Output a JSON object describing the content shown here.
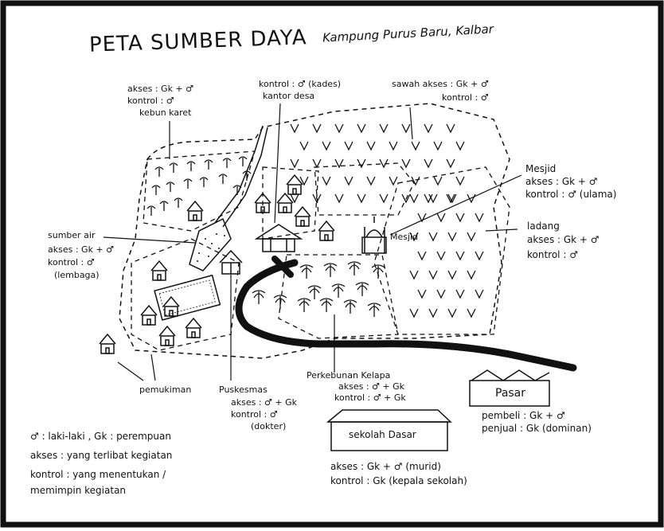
{
  "map": {
    "title": "PETA SUMBER DAYA",
    "subtitle": "Kampung Purus Baru, Kalbar"
  },
  "labels": {
    "kebun": [
      "akses : Gk + ♂",
      "kontrol : ♂",
      "kebun karet"
    ],
    "kantor": [
      "kontrol : ♂ (kades)",
      "kantor desa"
    ],
    "sawah": [
      "sawah   akses : Gk + ♂",
      "kontrol : ♂"
    ],
    "mesjid": [
      "Mesjid",
      "akses : Gk + ♂",
      "kontrol : ♂ (ulama)"
    ],
    "mesjid_inline": "Mesjid",
    "ladang": [
      "ladang",
      "akses : Gk + ♂",
      "kontrol : ♂"
    ],
    "sumber_air": [
      "sumber air",
      "akses : Gk + ♂",
      "kontrol : ♂",
      "(lembaga)"
    ],
    "pemukiman": "pemukiman",
    "puskesmas": [
      "Puskesmas",
      "akses : ♂ + Gk",
      "kontrol : ♂",
      "(dokter)"
    ],
    "perkebunan": [
      "Perkebunan Kelapa",
      "akses : ♂ + Gk",
      "kontrol : ♂ + Gk"
    ],
    "pasar": "Pasar",
    "pasar_info": [
      "pembeli : Gk + ♂",
      "penjual : Gk (dominan)"
    ],
    "sekolah": "sekolah Dasar",
    "sekolah_info": [
      "akses : Gk + ♂ (murid)",
      "kontrol : Gk (kepala sekolah)"
    ]
  },
  "legend": [
    "♂ : laki-laki ,  Gk : perempuan",
    "akses : yang terlibat kegiatan",
    "kontrol : yang menentukan /",
    "memimpin kegiatan"
  ]
}
